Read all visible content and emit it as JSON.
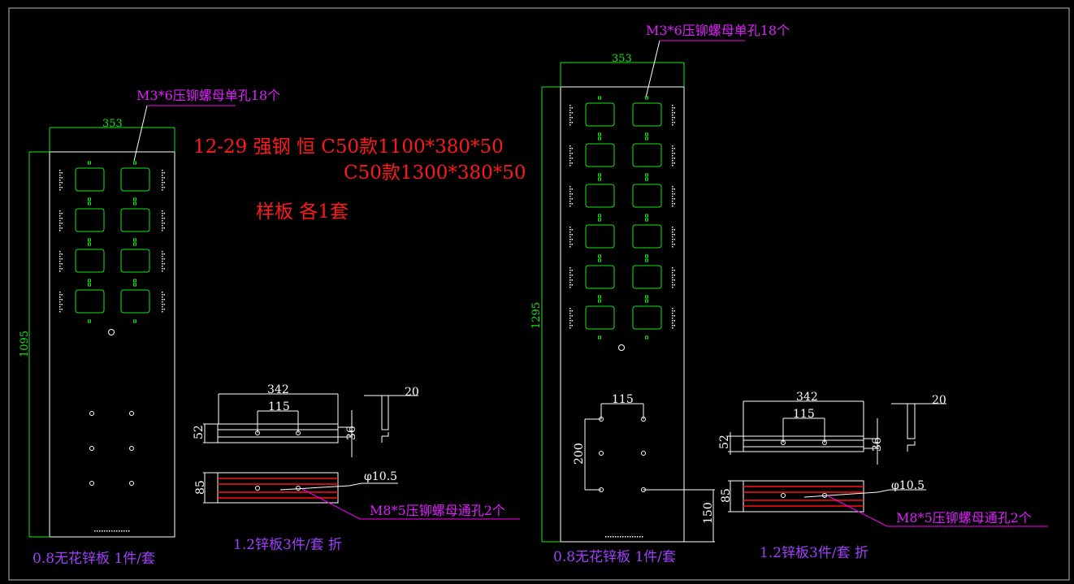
{
  "title": {
    "line1": "12-29 强钢 恒 C50款1100*380*50",
    "line2": "C50款1300*380*50",
    "line3": "样板 各1套"
  },
  "left_panel": {
    "width_dim": "353",
    "height_dim": "1095",
    "note": "M3*6压铆螺母单孔18个",
    "caption": "0.8无花锌板 1件/套",
    "opening_rows": 4
  },
  "right_panel": {
    "width_dim": "353",
    "height_dim": "1295",
    "note": "M3*6压铆螺母单孔18个",
    "caption": "0.8无花锌板 1件/套",
    "hole_spacing_dim": "115",
    "hole_vertical_dim": "200",
    "bottom_dim": "150",
    "opening_rows": 6
  },
  "left_bracket": {
    "length_dim": "342",
    "hole_spacing_dim": "115",
    "height_dim": "52",
    "inner_dim": "36",
    "flange_dim": "20",
    "bottom_height_dim": "85",
    "hole_dim": "φ10.5",
    "note": "M8*5压铆螺母通孔2个",
    "caption": "1.2锌板3件/套 折"
  },
  "right_bracket": {
    "length_dim": "342",
    "hole_spacing_dim": "115",
    "height_dim": "52",
    "inner_dim": "36",
    "flange_dim": "20",
    "bottom_height_dim": "85",
    "hole_dim": "φ10.5",
    "note": "M8*5压铆螺母通孔2个",
    "caption": "1.2锌板3件/套 折"
  }
}
